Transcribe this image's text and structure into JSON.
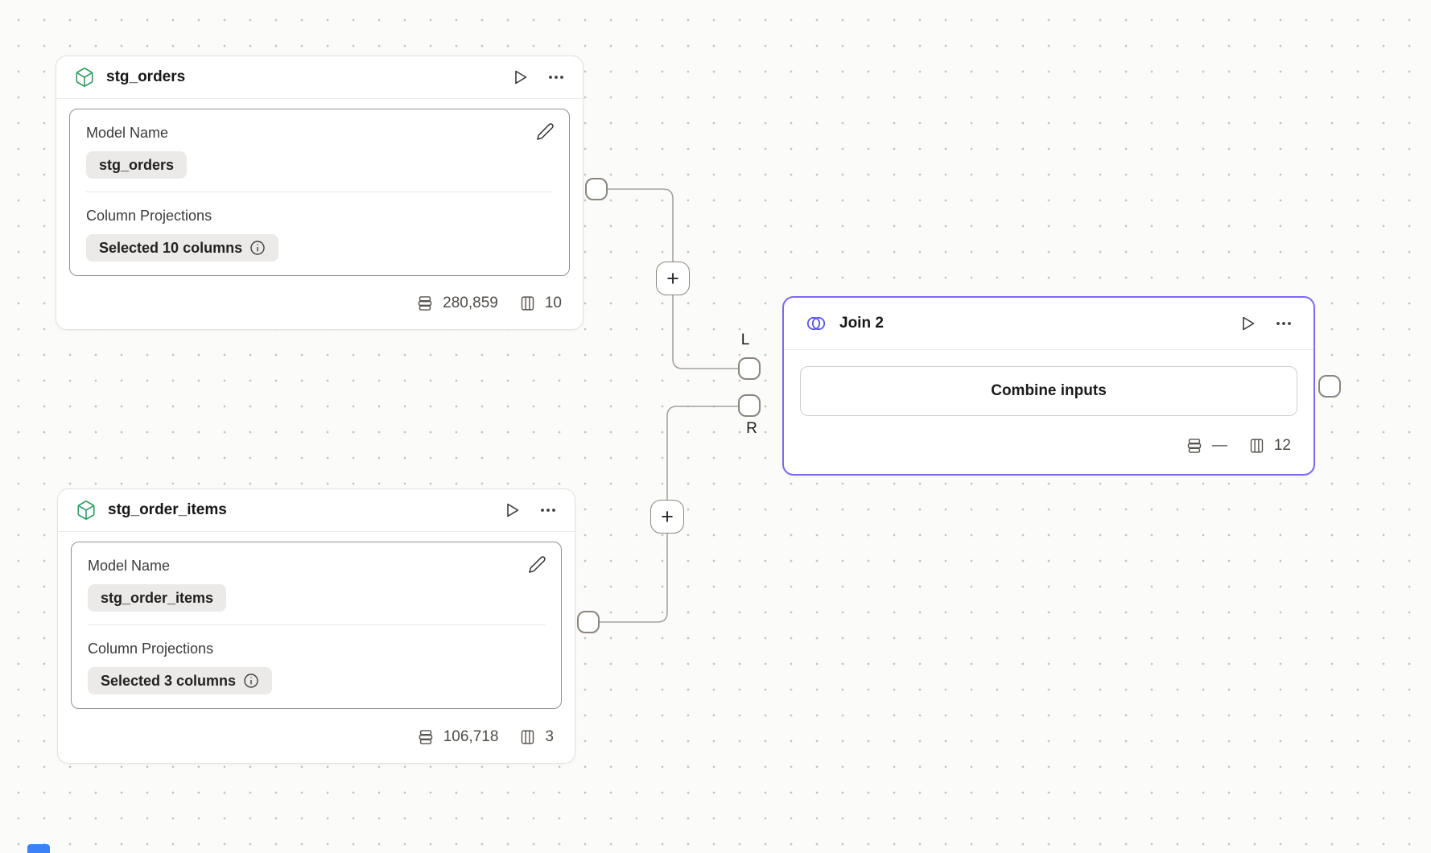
{
  "nodes": {
    "stg_orders": {
      "title": "stg_orders",
      "model_name_label": "Model Name",
      "model_name_value": "stg_orders",
      "projections_label": "Column Projections",
      "projections_value": "Selected 10 columns",
      "row_count": "280,859",
      "column_count": "10"
    },
    "stg_order_items": {
      "title": "stg_order_items",
      "model_name_label": "Model Name",
      "model_name_value": "stg_order_items",
      "projections_label": "Column Projections",
      "projections_value": "Selected 3 columns",
      "row_count": "106,718",
      "column_count": "3"
    },
    "join": {
      "title": "Join 2",
      "combine_button_label": "Combine inputs",
      "row_count": "—",
      "column_count": "12"
    }
  },
  "ports": {
    "left_label": "L",
    "right_label": "R"
  },
  "add_button": {
    "label": "+"
  },
  "colors": {
    "join_border": "#7b68f5",
    "join_icon": "#5a55ea",
    "model_icon_green": "#2f9e64",
    "edge": "#a7a29c",
    "chip_background": "#eceae8",
    "footer_text": "#4f4b46",
    "corner_marker_blue": "#3b82f6"
  }
}
